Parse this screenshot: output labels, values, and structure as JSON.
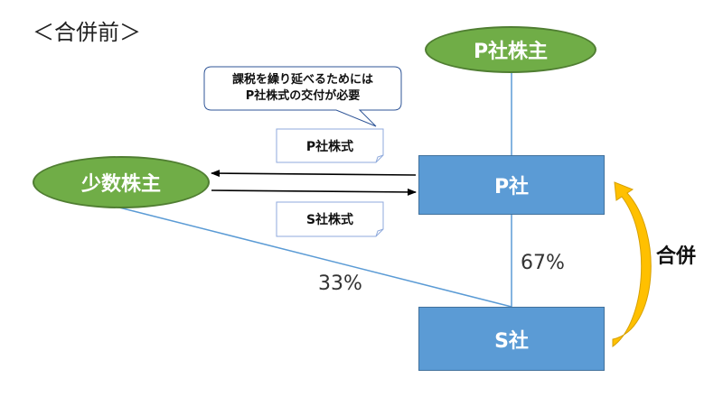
{
  "title": "＜合併前＞",
  "nodes": {
    "p_shareholders": "P社株主",
    "minority": "少数株主",
    "p_company": "P社",
    "s_company": "S社"
  },
  "callout": {
    "line1": "課税を繰り延べるためには",
    "line2": "P社株式の交付が必要"
  },
  "docs": {
    "p_stock": "P社株式",
    "s_stock": "S社株式"
  },
  "percent": {
    "p_to_s": "67%",
    "minority_to_s": "33%"
  },
  "merge_label": "合併",
  "colors": {
    "ellipse_fill": "#70ad47",
    "ellipse_border": "#507e32",
    "box_fill": "#5b9bd5",
    "box_border": "#41719c",
    "line": "#5b9bd5",
    "arrow": "#000000",
    "merge_arrow": "#ffc000",
    "merge_arrow_edge": "#d6a000",
    "doc_border": "#8faadc",
    "callout_border": "#2f5597"
  }
}
